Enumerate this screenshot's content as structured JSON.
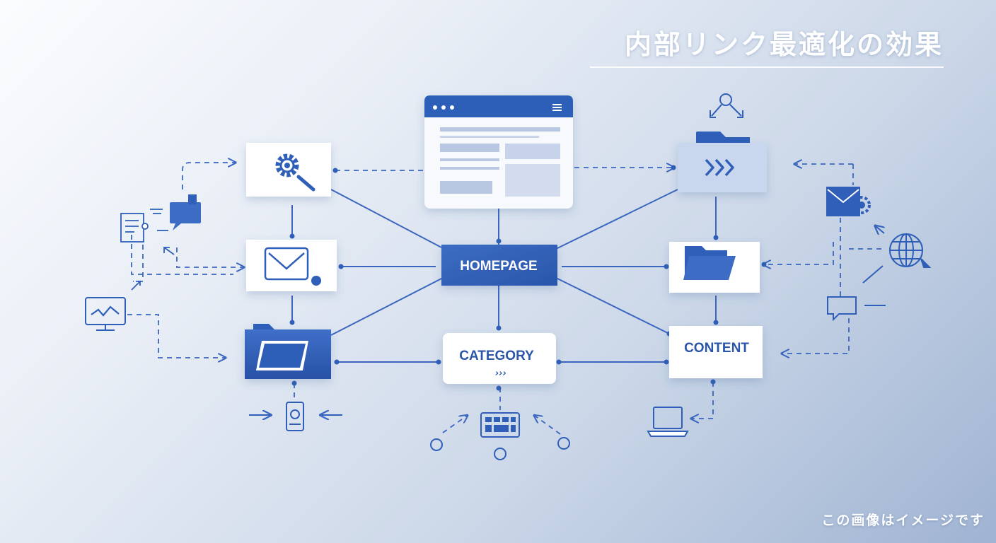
{
  "header": {
    "title": "内部リンク最適化の効果"
  },
  "footer": {
    "note": "この画像はイメージです"
  },
  "nodes": {
    "homepage": "HOMEPAGE",
    "category": "CATEGORY",
    "content": "CONTENT"
  },
  "colors": {
    "primary": "#2f5fb8",
    "accent": "#4a7bd0",
    "light_blue": "#c4d3ec",
    "card": "#ffffff"
  },
  "icons": [
    "browser-window-icon",
    "gear-search-icon",
    "email-icon",
    "folder-icon",
    "forward-arrows-icon",
    "globe-icon",
    "chat-bubble-icon",
    "laptop-icon",
    "keyboard-icon",
    "phone-icon",
    "monitor-chart-icon",
    "document-icon"
  ]
}
